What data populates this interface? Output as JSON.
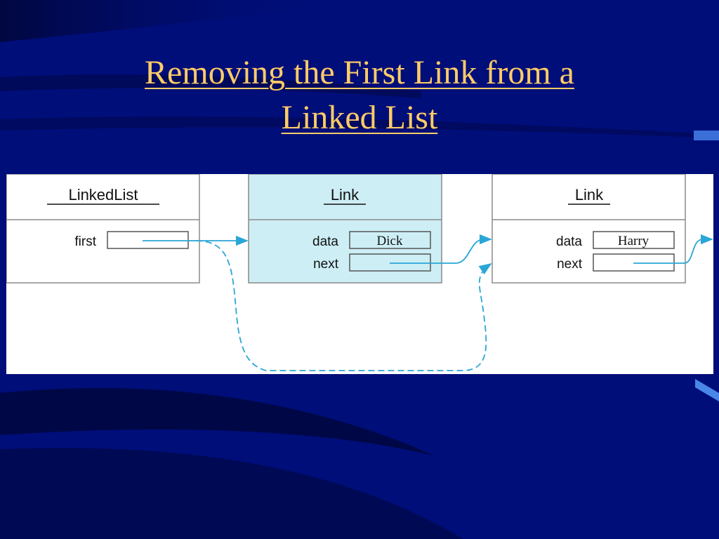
{
  "slide": {
    "title_line1": "Removing the First Link from a",
    "title_line2": "Linked List"
  },
  "diagram": {
    "linked_list": {
      "class_name": "LinkedList",
      "field": "first"
    },
    "links": [
      {
        "class_name": "Link",
        "data_label": "data",
        "data_value": "Dick",
        "next_label": "next"
      },
      {
        "class_name": "Link",
        "data_label": "data",
        "data_value": "Harry",
        "next_label": "next"
      }
    ]
  },
  "colors": {
    "background": "#000e7a",
    "title": "#ffcc66",
    "highlight_box": "#cdeef5",
    "arrow": "#2aa6d6"
  }
}
